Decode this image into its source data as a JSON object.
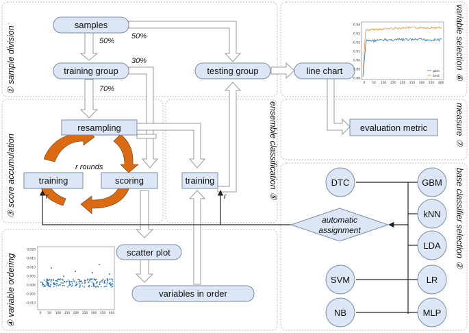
{
  "panels": {
    "sample_division": {
      "num": "①",
      "label": "sample division"
    },
    "score_accumulation": {
      "num": "③",
      "label": "score accumulation"
    },
    "ensemble_classification": {
      "num": "⑤",
      "label": "ensemble classification"
    },
    "variable_ordering": {
      "num": "④",
      "label": "variable ordering"
    },
    "variable_selection": {
      "num": "⑥",
      "label": "variable selection"
    },
    "measure": {
      "num": "⑦",
      "label": "measure"
    },
    "base_classifier_selection": {
      "num": "②",
      "label": "base classifier selection"
    }
  },
  "nodes": {
    "samples": "samples",
    "training_group": "training group",
    "testing_group": "testing group",
    "line_chart": "line chart",
    "evaluation_metric": "evaluation metric",
    "resampling": "resampling",
    "training_left": "training",
    "scoring": "scoring",
    "training_right": "training",
    "scatter_plot": "scatter plot",
    "variables_in_order": "variables in order",
    "automatic_assignment_line1": "automatic",
    "automatic_assignment_line2": "assignment"
  },
  "edge_labels": {
    "samples_to_training": "50%",
    "samples_to_testing": "50%",
    "training_to_scoring": "30%",
    "training_to_resampling": "70%",
    "r_rounds": "r rounds",
    "r_left": "r",
    "r_right": "r"
  },
  "classifiers": {
    "left": [
      "DTC",
      "SVM",
      "NB"
    ],
    "right": [
      "GBM",
      "kNN",
      "LDA",
      "LR",
      "MLP"
    ]
  },
  "line_chart_thumb": {
    "y_ticks": [
      "0.94",
      "0.93",
      "0.92",
      "0.91",
      "0.90",
      "0.89",
      "0.88"
    ],
    "x_ticks": [
      "0",
      "50",
      "100",
      "150",
      "200",
      "250",
      "300",
      "350",
      "400"
    ],
    "legend": [
      "gbm",
      "best"
    ],
    "colors": {
      "series1": "#f28e2b",
      "series2": "#2f78b4"
    }
  },
  "scatter_thumb": {
    "y_ticks": [
      "0.020",
      "0.015",
      "0.010",
      "0.005",
      "0.000",
      "-0.005",
      "-0.010"
    ],
    "x_ticks": [
      "0",
      "50",
      "100",
      "150",
      "200",
      "250",
      "300",
      "350",
      "400"
    ],
    "color": "#2f78b4"
  },
  "colors": {
    "node_fill": "#dde6f4",
    "node_stroke": "#7a8aa8",
    "cycle": "#dc6a12",
    "panel_border": "#bdbdbd",
    "arrow": "#9a9a9a"
  }
}
